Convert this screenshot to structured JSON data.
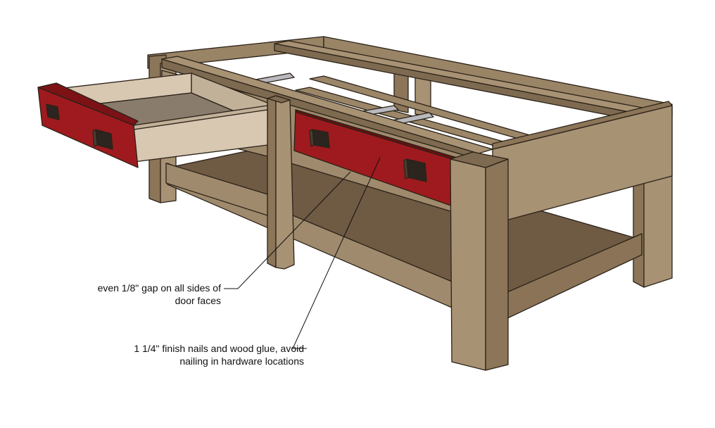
{
  "colors": {
    "wood_light": "#a89274",
    "wood_mid": "#8c7558",
    "wood_dark": "#6d5a43",
    "shelf_top": "#6f5a44",
    "drawer_red": "#9e1a1e",
    "drawer_interior": "#d8c7b1",
    "drawer_floor": "#8a7c6c",
    "knob": "#2c241e",
    "hardware": "#b9b9be",
    "outline": "#2a2218"
  },
  "callouts": [
    {
      "name": "gap-callout",
      "lines": [
        "even 1/8\" gap on all sides of",
        "door faces"
      ]
    },
    {
      "name": "nails-callout",
      "lines": [
        "1 1/4\" finish nails and wood glue, avoid",
        "nailing in hardware locations"
      ]
    }
  ]
}
